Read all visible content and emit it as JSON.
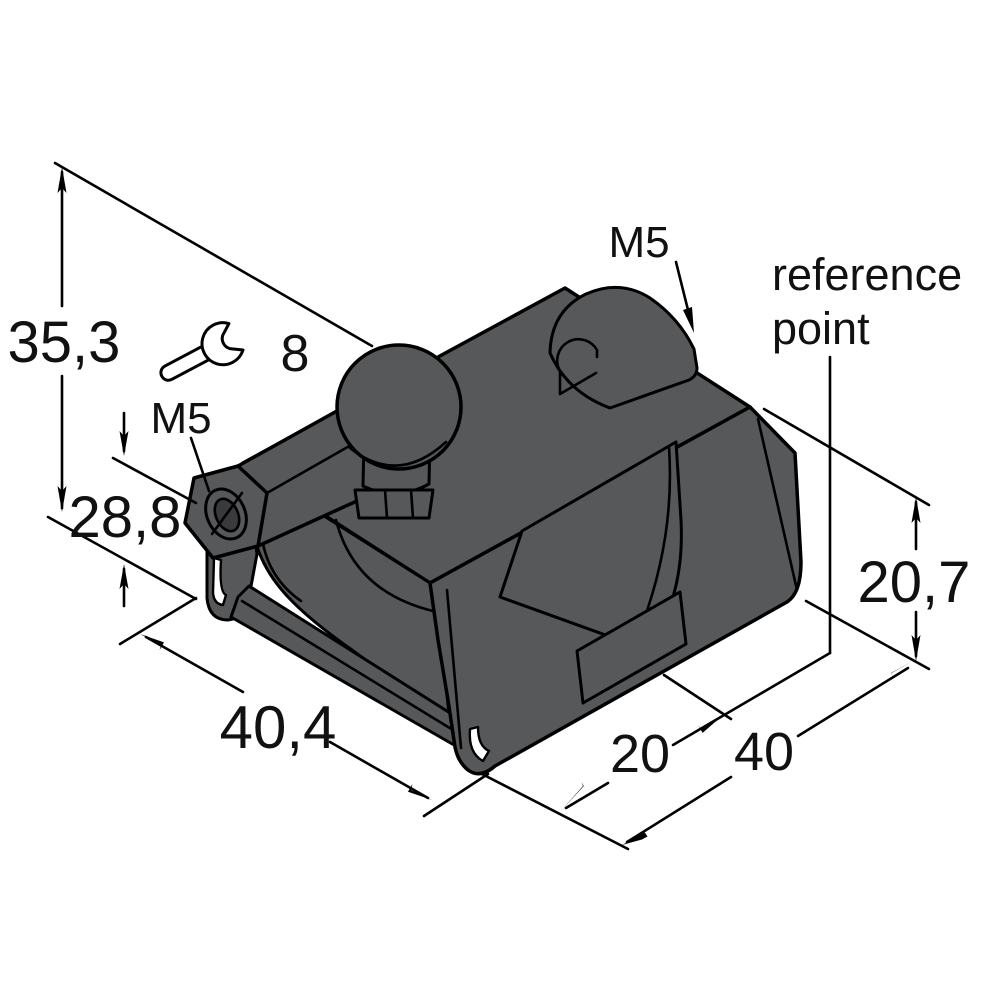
{
  "drawing": {
    "title": "bracket isometric dimension drawing",
    "background": "#ffffff",
    "body_color": "#57585a",
    "line_color": "#000000",
    "dimensions": {
      "overall_height": "35,3",
      "axis_height": "28,8",
      "depth": "40,4",
      "right_height": "20,7",
      "reference_offset": "20",
      "total_width": "40"
    },
    "callouts": {
      "thread_side": "M5",
      "thread_top": "M5",
      "wrench_size": "8",
      "wrench_icon": "open-end-wrench-icon",
      "reference_line1": "reference",
      "reference_line2": "point"
    }
  }
}
